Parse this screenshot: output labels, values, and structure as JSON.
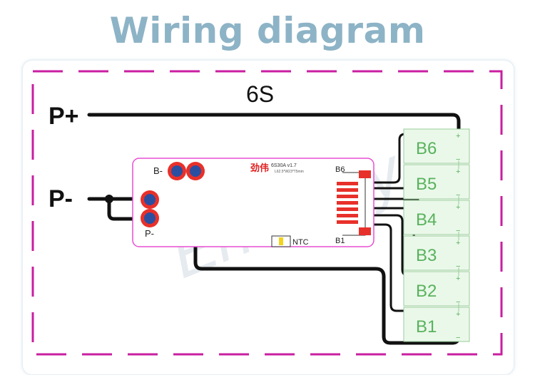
{
  "title": "Wiring diagram",
  "diagram": {
    "config_label": "6S",
    "p_plus": "P+",
    "p_minus": "P-",
    "watermark": "Enerkey",
    "board": {
      "brand": "劲伟",
      "model": "6S30A v1.7",
      "dims": "L62.5*W23*T5mm",
      "b_minus": "B-",
      "p_minus": "P-",
      "ntc": "NTC",
      "b6": "B6",
      "b1": "B1"
    },
    "cells": [
      "B6",
      "B5",
      "B4",
      "B3",
      "B2",
      "B1"
    ],
    "cell_plus": "+",
    "cell_minus": "−"
  },
  "colors": {
    "title": "#8db3c6",
    "frame": "#c81ea0",
    "board_border": "#e84fd4",
    "pad": "#e8302a",
    "pad_center": "#2a4fa0",
    "cell_fill": "#eaf8ea",
    "cell_border": "#9acd9a",
    "cell_text": "#59b25c",
    "wire": "#111111"
  }
}
